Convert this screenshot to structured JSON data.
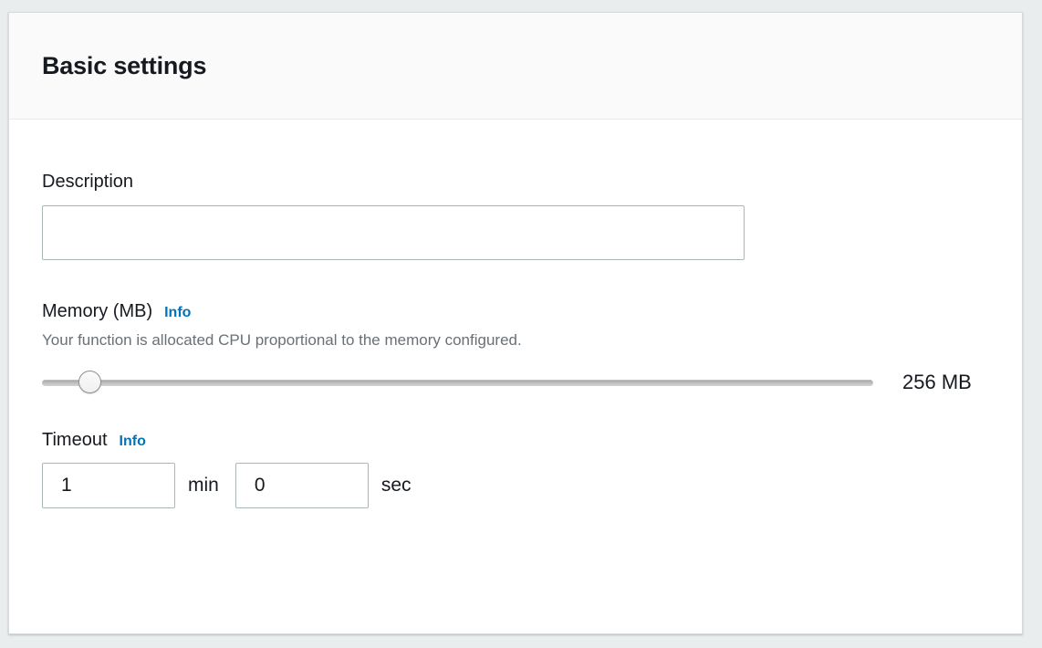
{
  "panel": {
    "title": "Basic settings"
  },
  "fields": {
    "description": {
      "label": "Description",
      "value": "",
      "placeholder": ""
    },
    "memory": {
      "label": "Memory (MB)",
      "info_label": "Info",
      "hint": "Your function is allocated CPU proportional to the memory configured.",
      "value_label": "256 MB",
      "value": 256,
      "slider_percent": 4.5
    },
    "timeout": {
      "label": "Timeout",
      "info_label": "Info",
      "minutes_value": "1",
      "minutes_unit": "min",
      "seconds_value": "0",
      "seconds_unit": "sec"
    }
  },
  "colors": {
    "accent_link": "#0073bb",
    "text_primary": "#16191f",
    "text_secondary": "#687078",
    "input_border": "#aab7b8",
    "panel_border": "#d5dbdb",
    "header_bg": "#fafafa",
    "page_bg": "#eaeded"
  }
}
